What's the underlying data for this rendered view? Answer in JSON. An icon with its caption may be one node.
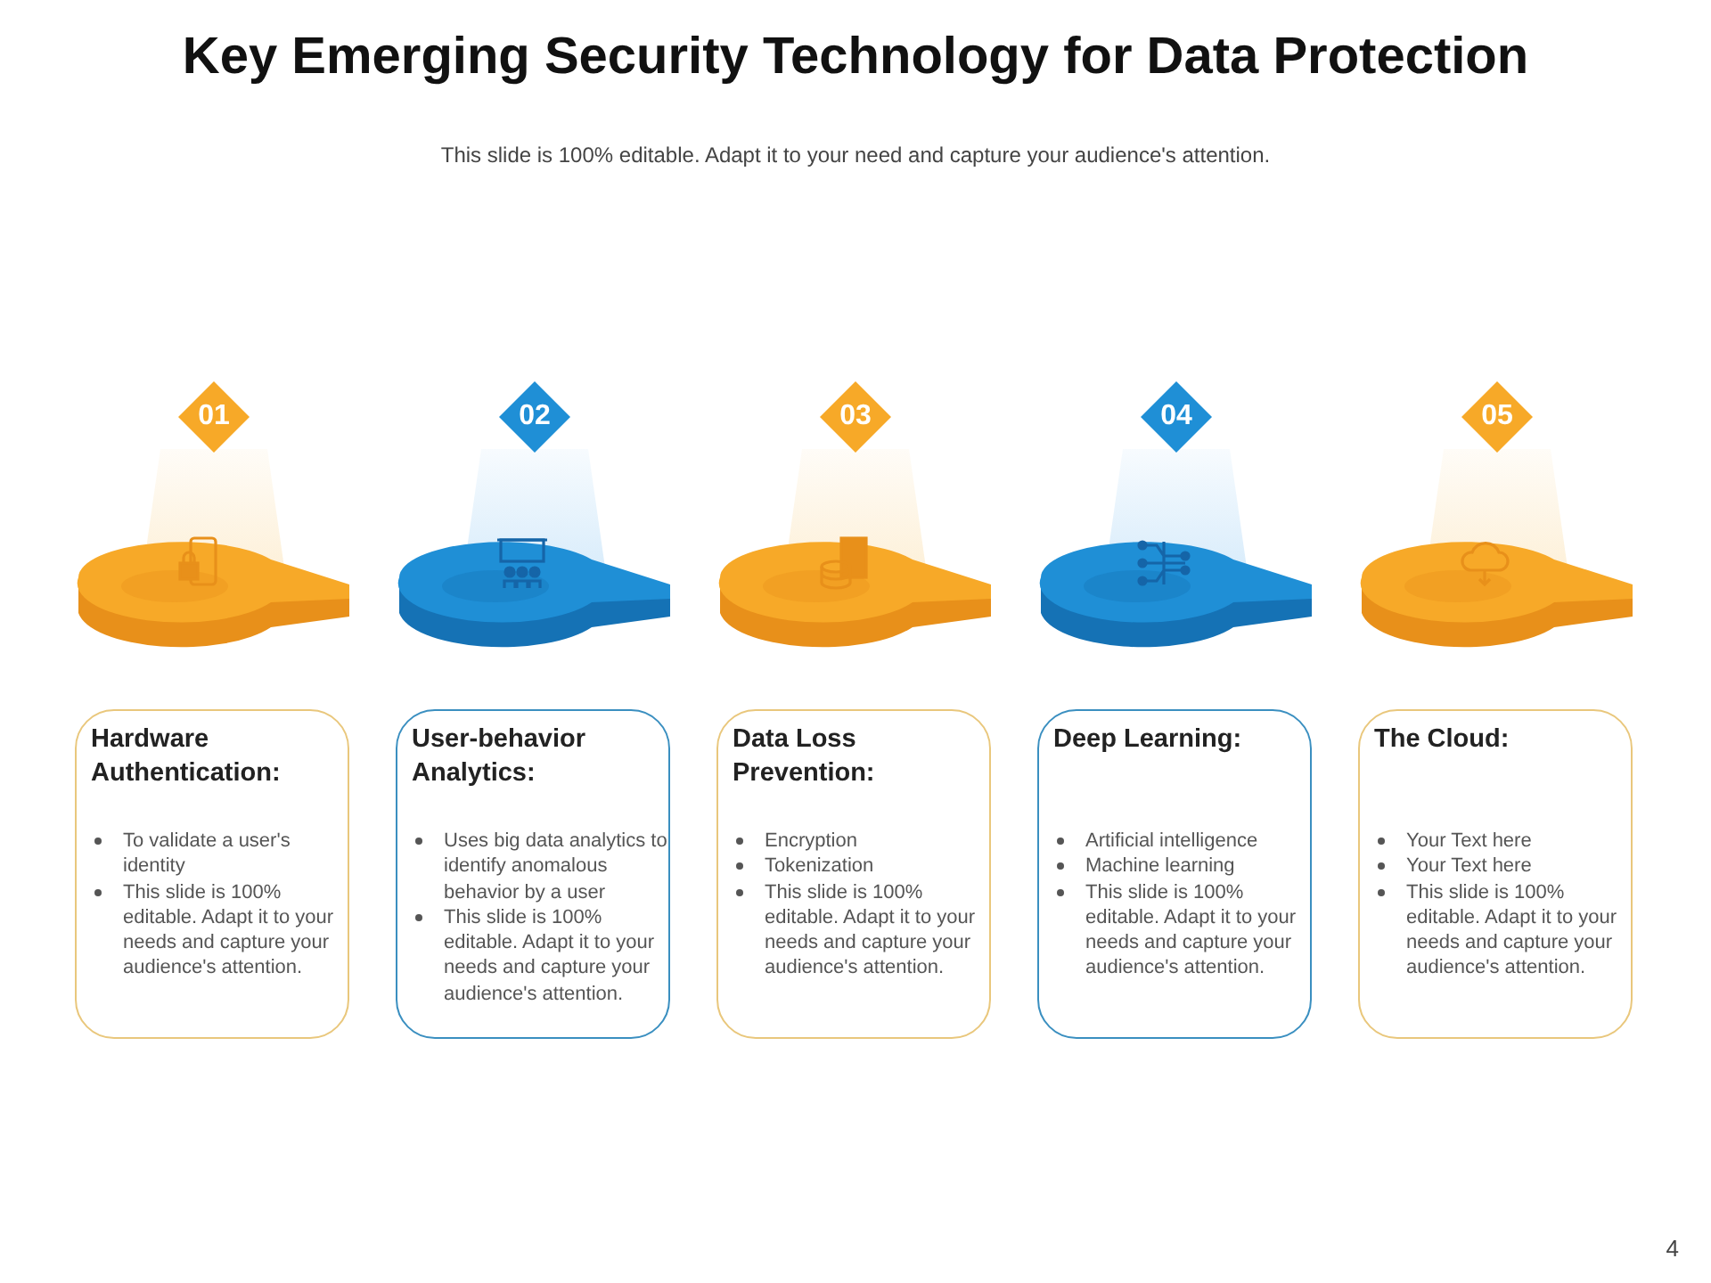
{
  "diagram": {
    "title": "Key Emerging Security Technology for Data Protection",
    "nodes": [
      {
        "text": [
          "01"
        ]
      },
      {
        "text": [
          "Hardware Authentication:",
          "To validate a user's identity",
          "This slide is 100% editable. Adapt it to your needs and capture your audience's attention."
        ]
      },
      {
        "text": [
          "02"
        ]
      },
      {
        "text": [
          "User-behavior Analytics:",
          "Uses big data analytics to identify anomalous behavior by a user",
          "This slide is 100% editable. Adapt it to your needs and capture your audience's attention."
        ]
      },
      {
        "text": [
          "03"
        ]
      },
      {
        "text": [
          "Data Loss Prevention:",
          "Encryption",
          "Tokenization",
          "This slide is 100% editable. Adapt it to your needs and capture your audience's attention."
        ]
      },
      {
        "text": [
          "04"
        ]
      },
      {
        "text": [
          "Deep Learning:",
          "Artificial intelligence",
          "Machine learning",
          "This slide is 100% editable. Adapt it to your needs and capture your audience's attention."
        ]
      },
      {
        "text": [
          "05"
        ]
      },
      {
        "text": [
          "The Cloud:",
          "Your Text here",
          "Your Text here",
          "This slide is 100% editable. Adapt it to your needs and capture your audience's attention."
        ]
      }
    ],
    "edges": [],
    "labels": [
      "This slide is 100% editable. Adapt it to your need and capture your audience's attention.",
      "4"
    ]
  }
}
